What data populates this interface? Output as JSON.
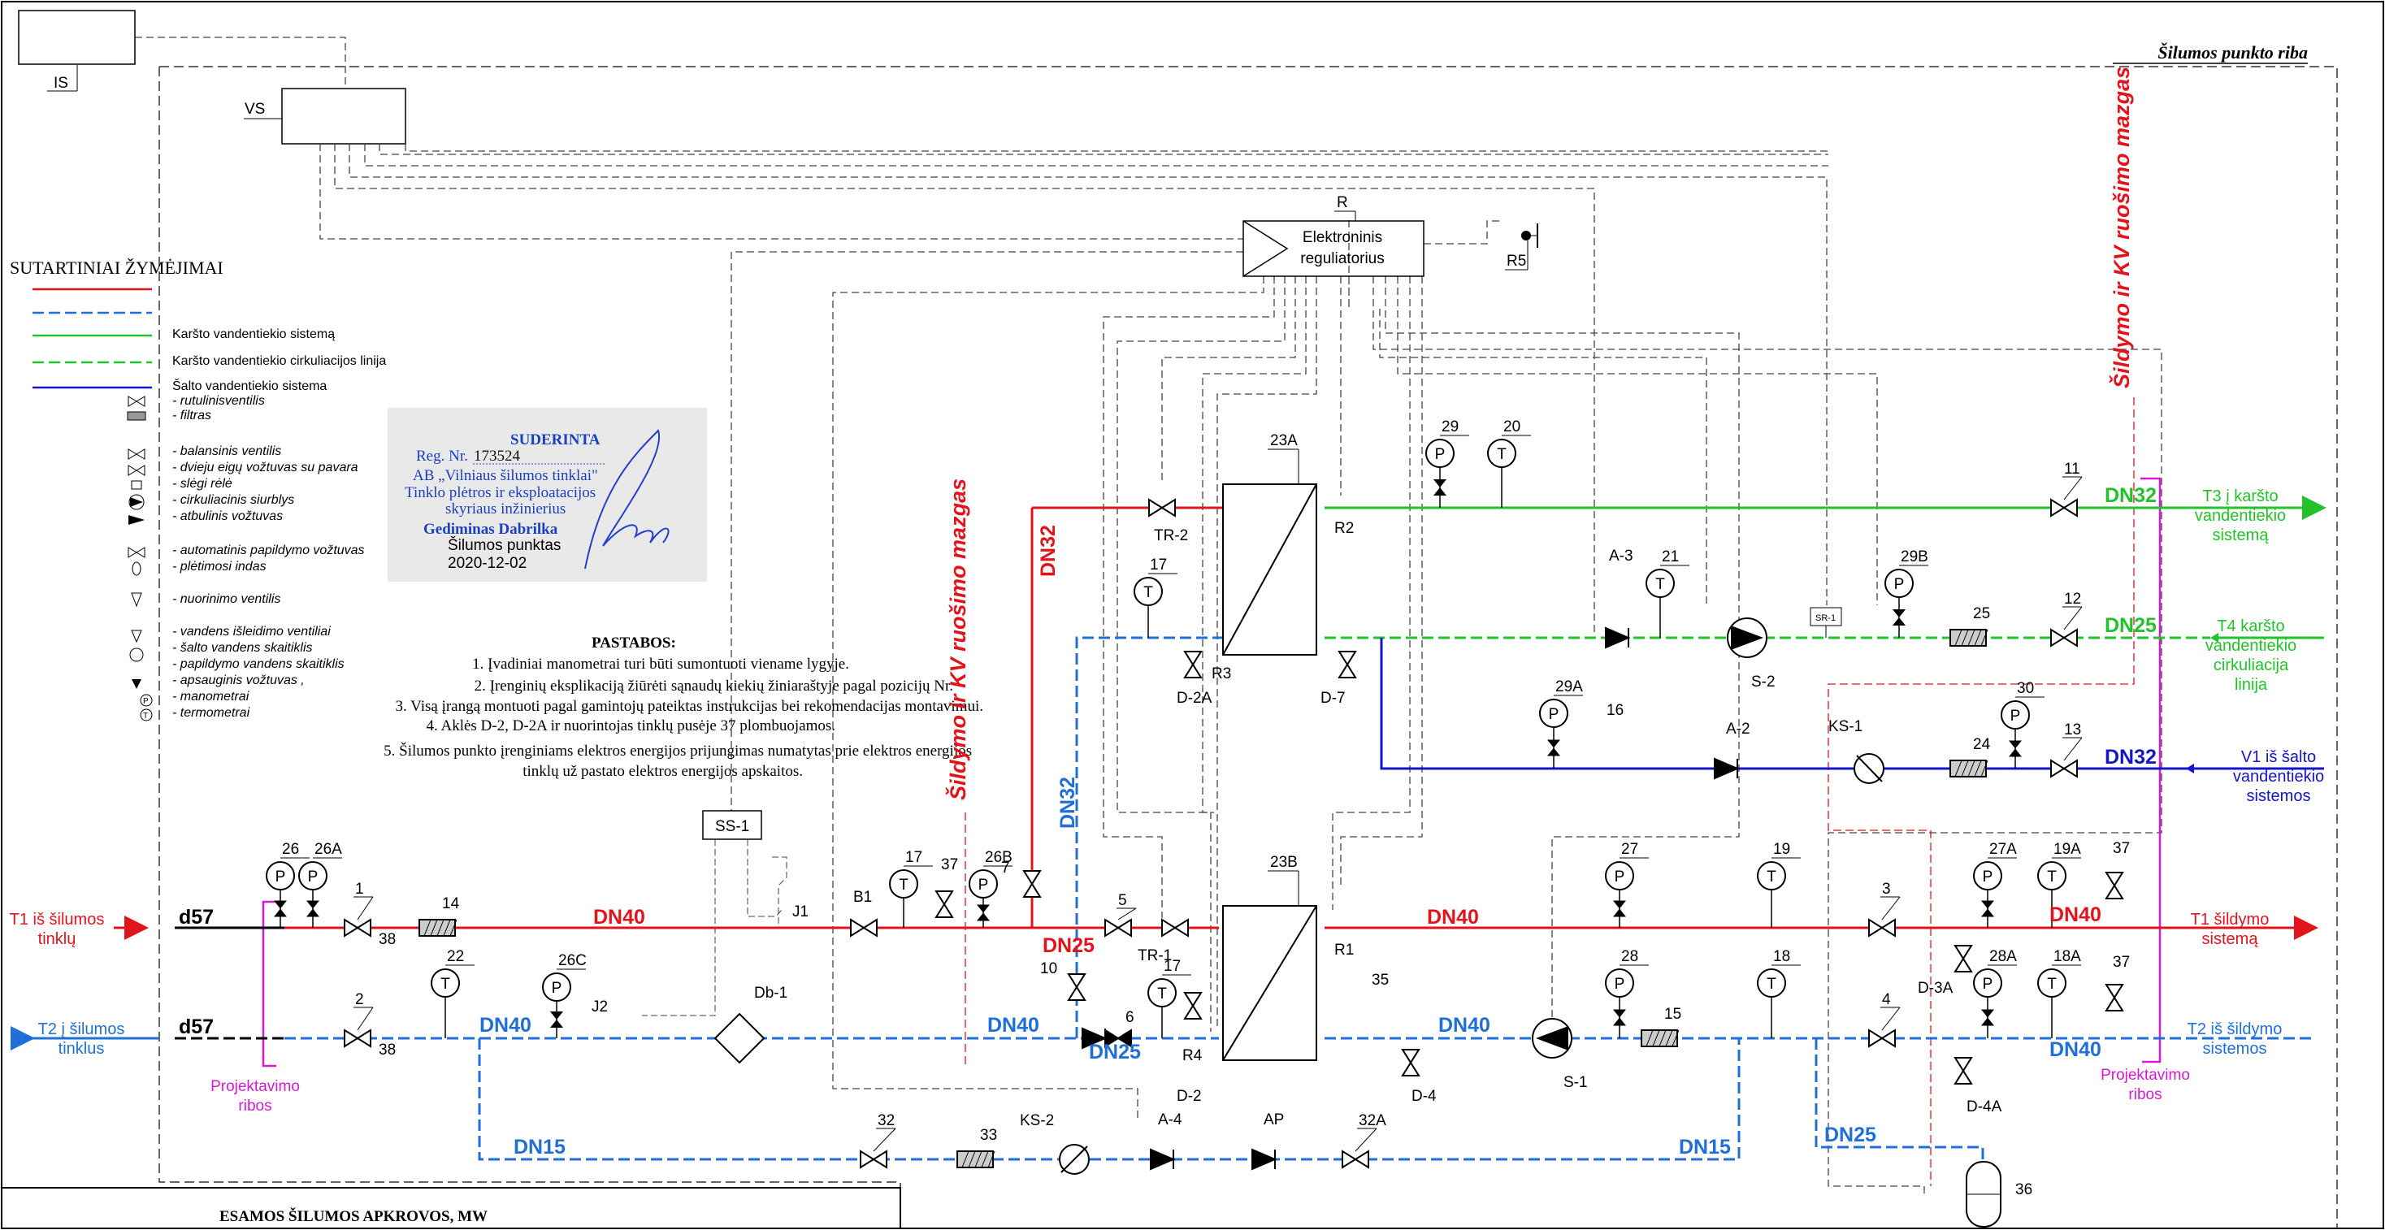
{
  "header": {
    "boundary_label": "Šilumos punkto riba",
    "is_label": "IS",
    "vs_label": "VS",
    "r_label": "R",
    "r5_label": "R5",
    "controller_line1": "Elektroninis",
    "controller_line2": "reguliatorius"
  },
  "legend": {
    "title": "SUTARTINIAI ŽYMĖJIMAI",
    "items": [
      "Karšto vandentiekio sistemą",
      "Karšto vandentiekio cirkuliacijos linija",
      "Šalto vandentiekio sistema",
      "- rutulinisventilis",
      "- filtras",
      "- balansinis ventilis",
      "- dvieju eigų vožtuvas su pavara",
      "- slėgi rėlė",
      "- cirkuliacinis siurblys",
      "- atbulinis vožtuvas",
      "- automatinis papildymo vožtuvas",
      "- plėtimosi indas",
      "- nuorinimo ventilis",
      "- vandens išleidimo ventiliai",
      "- šalto vandens skaitiklis",
      "- papildymo vandens skaitiklis",
      "- apsauginis vožtuvas ,",
      "- manometrai",
      "- termometrai"
    ]
  },
  "stamp": {
    "title": "SUDERINTA",
    "reg_prefix": "Reg. Nr.",
    "reg_number": "173524",
    "org_line1": "AB „Vilniaus šilumos tinklai\"",
    "org_line2": "Tinklo plėtros ir eksploatacijos",
    "org_line3": "skyriaus inžinierius",
    "name": "Gediminas Dabrilka",
    "subject": "Šilumos punktas",
    "date": "2020-12-02"
  },
  "notes": {
    "title": "PASTABOS:",
    "lines": [
      "1. Įvadiniai manometrai turi būti sumontuoti viename lygyje.",
      "2. Įrenginių eksplikaciją žiūrėti sąnaudų kiekių žiniaraštyje pagal pozicijų Nr.",
      "3. Visą įrangą montuoti pagal gamintojų pateiktas instrukcijas bei rekomendacijas montavimui.",
      "4. Aklės D-2, D-2A ir nuorintojas tinklų pusėje 37 plombuojamos.",
      "5. Šilumos punkto įrenginiams elektros energijos prijungimas numatytas prie elektros energijos",
      "tinklų už pastato elektros energijos apskaitos."
    ]
  },
  "zone_labels": {
    "left_vertical": "Šildymo ir KV ruošimo mazgas",
    "right_vertical": "Šildymo ir KV ruošimo mazgas",
    "projektavimo_left_1": "Projektavimo",
    "projektavimo_left_2": "ribos",
    "projektavimo_right_1": "Projektavimo",
    "projektavimo_right_2": "ribos"
  },
  "connections": {
    "t1_in_1": "T1 iš šilumos",
    "t1_in_2": "tinklų",
    "t2_out_1": "T2 į šilumos",
    "t2_out_2": "tinklus",
    "t3_1": "T3 į karšto",
    "t3_2": "vandentiekio",
    "t3_3": "sistemą",
    "t4_1": "T4 karšto",
    "t4_2": "vandentiekio",
    "t4_3": "cirkuliacija",
    "t4_4": "linija",
    "v1_1": "V1 iš šalto",
    "v1_2": "vandentiekio",
    "v1_3": "sistemos",
    "t1_out_1": "T1 šildymo",
    "t1_out_2": "sistemą",
    "t2_in_1": "T2 iš šildymo",
    "t2_in_2": "sistemos"
  },
  "pipe_labels": {
    "d57_top": "d57",
    "d57_bottom": "d57",
    "dn40_supply_left": "DN40",
    "dn40_supply_right": "DN40",
    "dn40_supply_far": "DN40",
    "dn40_return_left": "DN40",
    "dn40_return_mid": "DN40",
    "dn40_return_right": "DN40",
    "dn40_return_far": "DN40",
    "dn32_red_vertical": "DN32",
    "dn32_blue_vertical": "DN32",
    "dn25_red": "DN25",
    "dn25_blue": "DN25",
    "dn32_green": "DN32",
    "dn25_green": "DN25",
    "dn32_cold": "DN32",
    "dn15_left": "DN15",
    "dn15_right": "DN15",
    "dn25_bottom": "DN25"
  },
  "equipment": {
    "hx_a": "23A",
    "hx_b": "23B",
    "tr2": "TR-2",
    "tr1": "TR-1",
    "r2": "R2",
    "r1": "R1",
    "r3": "R3",
    "r4": "R4",
    "d2a": "D-2A",
    "d2": "D-2",
    "d7": "D-7",
    "d4": "D-4",
    "d3a": "D-3A",
    "d4a": "D-4A",
    "s1": "S-1",
    "s2": "S-2",
    "sr1": "SR-1",
    "a2": "A-2",
    "a3": "A-3",
    "a4": "A-4",
    "ks1": "KS-1",
    "ks2": "KS-2",
    "ap": "AP",
    "ss1": "SS-1",
    "db1": "Db-1",
    "j1": "J1",
    "j2": "J2",
    "b1": "B1",
    "p26": "26",
    "p26a": "26A",
    "p26b": "26B",
    "p26c": "26C",
    "p27": "27",
    "p27a": "27A",
    "p28": "28",
    "p28a": "28A",
    "p29": "29",
    "p29a": "29A",
    "p29b": "29B",
    "p30": "30",
    "n1": "1",
    "n2": "2",
    "n3": "3",
    "n4": "4",
    "n5": "5",
    "n6": "6",
    "n7": "7",
    "n10": "10",
    "n11": "11",
    "n12": "12",
    "n13": "13",
    "n14": "14",
    "n15": "15",
    "n16": "16",
    "n17a": "17",
    "n17b": "17",
    "n17c": "17",
    "n18": "18",
    "n18a": "18A",
    "n19": "19",
    "n19a": "19A",
    "n20": "20",
    "n21": "21",
    "n22": "22",
    "n24": "24",
    "n25": "25",
    "n32": "32",
    "n32a": "32A",
    "n33": "33",
    "n35": "35",
    "n36": "36",
    "n37a": "37",
    "n37b": "37",
    "n37c": "37",
    "n38a": "38",
    "n38b": "38",
    "p_symbol": "P",
    "t_symbol": "T"
  },
  "bottom_table": {
    "title": "ESAMOS ŠILUMOS APKROVOS, MW"
  },
  "colors": {
    "supply": "#e1141c",
    "return": "#1f6fd6",
    "hot_water": "#22c22a",
    "cold_water": "#1414c8",
    "projection": "#d61ad1",
    "stamp": "#1a3fbf"
  }
}
